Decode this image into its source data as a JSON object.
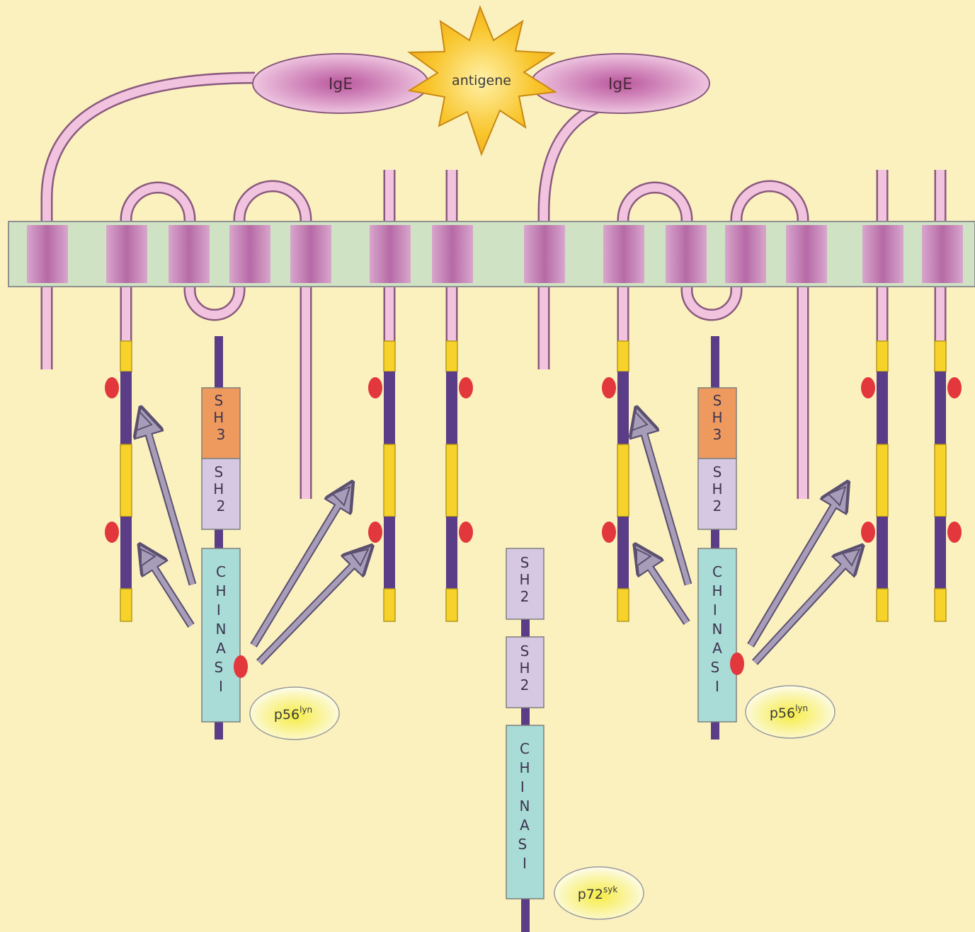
{
  "labels": {
    "ige_left": "IgE",
    "ige_right": "IgE",
    "antigen": "antigene",
    "sh3": "SH3",
    "sh2": "SH2",
    "kinase": "CHINASI",
    "lyn_base": "p56",
    "lyn_sup": "lyn",
    "syk_base": "p72",
    "syk_sup": "syk"
  },
  "colors": {
    "background": "#fbf1bf",
    "membrane_pink": "#c98fbd",
    "membrane_green": "#cfe3c4",
    "chain_pink": "#f1c3df",
    "tail_yellow": "#f7d22a",
    "itam_purple": "#5a3d86",
    "phospho_red": "#e2373d",
    "sh3_orange": "#ee9a5e",
    "sh2_lavender": "#d6c8e2",
    "kinase_teal": "#a9dcd7",
    "antigen_gold": "#f8c52b",
    "arrow_gray": "#a79db8"
  }
}
